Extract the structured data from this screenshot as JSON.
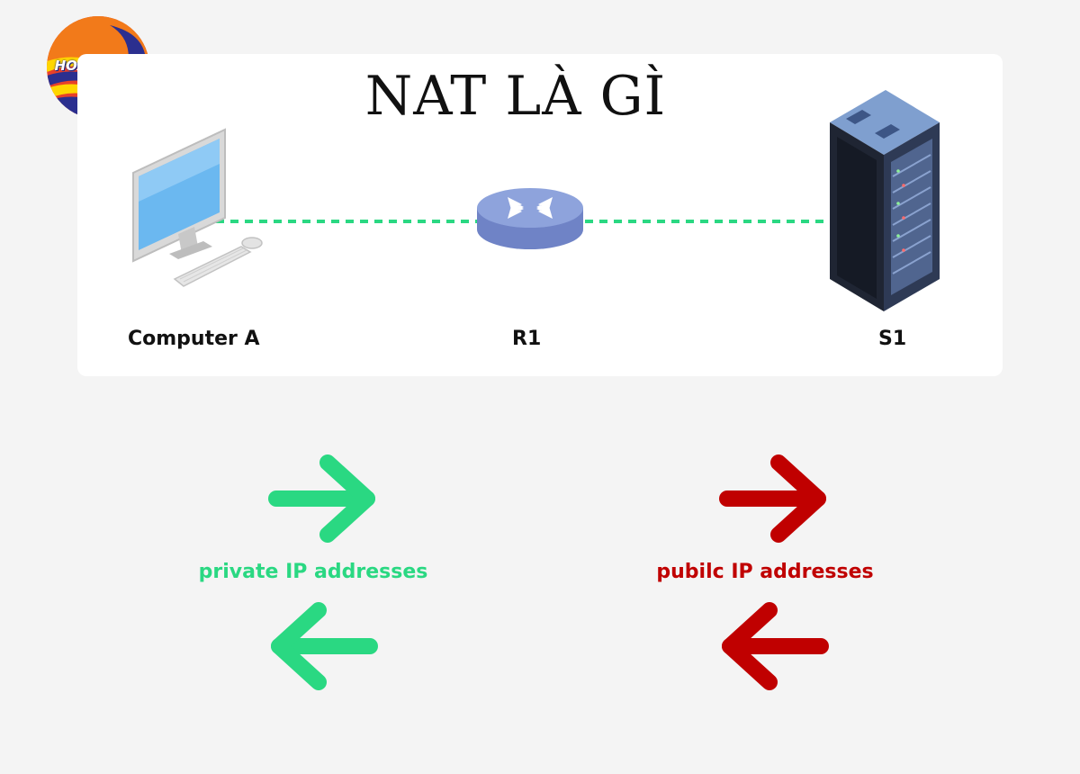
{
  "logo": {
    "text": "HOANG HAI",
    "colors": [
      "#e53935",
      "#ff9800",
      "#1a237e",
      "#ffd600"
    ]
  },
  "title": "NAT LÀ GÌ",
  "nodes": [
    {
      "label": "Computer A",
      "icon": "desktop-computer-icon"
    },
    {
      "label": "R1",
      "icon": "router-icon"
    },
    {
      "label": "S1",
      "icon": "server-rack-icon"
    }
  ],
  "links": {
    "style": "dashed",
    "color": "#2ad882"
  },
  "addresses": {
    "private": {
      "label": "private IP addresses",
      "color": "#2ad882",
      "arrows": [
        "arrow-right-icon",
        "arrow-left-icon"
      ]
    },
    "public": {
      "label": "pubilc IP addresses",
      "color": "#c00000",
      "arrows": [
        "arrow-right-icon",
        "arrow-left-icon"
      ]
    }
  }
}
